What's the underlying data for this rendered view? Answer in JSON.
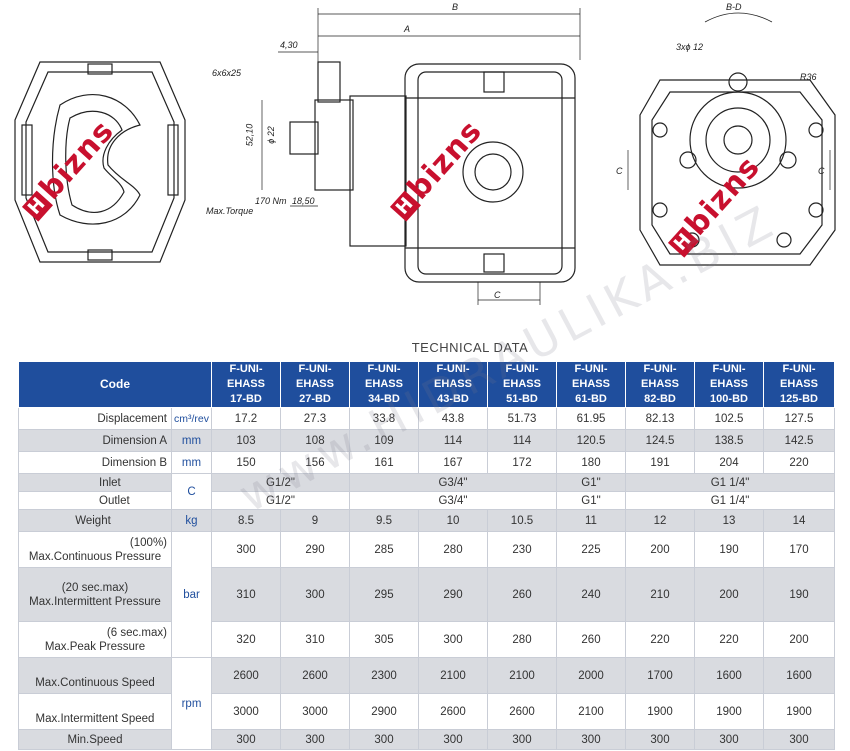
{
  "drawing": {
    "labels": {
      "B": "B",
      "A": "A",
      "dim_430": "4,30",
      "keyway": "6x6x25",
      "dim_5210": "52,10",
      "dia22": "ϕ 22",
      "torque_val": "170 Nm",
      "torque_lbl": "Max.Torque",
      "dim_1850": "18,50",
      "C": "C",
      "BD": "B-D",
      "holes": "3xϕ 12",
      "R36": "R36"
    },
    "logo_text": "bizns",
    "logo_box": "H",
    "watermark": "www.HIDRAULIKA.BIZ",
    "brand_color": "#c8102e"
  },
  "table": {
    "title": "TECHNICAL DATA",
    "header": {
      "code": "Code",
      "models": [
        [
          "F-UNI-EHASS",
          "17-BD"
        ],
        [
          "F-UNI-EHASS",
          "27-BD"
        ],
        [
          "F-UNI-EHASS",
          "34-BD"
        ],
        [
          "F-UNI-EHASS",
          "43-BD"
        ],
        [
          "F-UNI-EHASS",
          "51-BD"
        ],
        [
          "F-UNI-EHASS",
          "61-BD"
        ],
        [
          "F-UNI-EHASS",
          "82-BD"
        ],
        [
          "F-UNI-EHASS",
          "100-BD"
        ],
        [
          "F-UNI-EHASS",
          "125-BD"
        ]
      ]
    },
    "displacement": {
      "label": "Displacement",
      "unit": "cm³/rev",
      "values": [
        "17.2",
        "27.3",
        "33.8",
        "43.8",
        "51.73",
        "61.95",
        "82.13",
        "102.5",
        "127.5"
      ]
    },
    "dimA": {
      "label": "Dimension A",
      "unit": "mm",
      "values": [
        "103",
        "108",
        "109",
        "114",
        "114",
        "120.5",
        "124.5",
        "138.5",
        "142.5"
      ]
    },
    "dimB": {
      "label": "Dimension B",
      "unit": "mm",
      "values": [
        "150",
        "156",
        "161",
        "167",
        "172",
        "180",
        "191",
        "204",
        "220"
      ]
    },
    "inlet": {
      "label": "Inlet",
      "unit": "C",
      "groups": [
        "G1/2\"",
        "G3/4\"",
        "G1\"",
        "G1 1/4\""
      ]
    },
    "outlet": {
      "label": "Outlet",
      "groups": [
        "G1/2\"",
        "G3/4\"",
        "G1\"",
        "G1 1/4\""
      ]
    },
    "weight": {
      "label": "Weight",
      "unit": "kg",
      "values": [
        "8.5",
        "9",
        "9.5",
        "10",
        "10.5",
        "11",
        "12",
        "13",
        "14"
      ]
    },
    "pressure_unit": "bar",
    "cont_pressure": {
      "note": "(100%)",
      "label": "Max.Continuous  Pressure",
      "values": [
        "300",
        "290",
        "285",
        "280",
        "230",
        "225",
        "200",
        "190",
        "170"
      ]
    },
    "int_pressure": {
      "note": "(20 sec.max)",
      "label": "Max.Intermittent Pressure",
      "values": [
        "310",
        "300",
        "295",
        "290",
        "260",
        "240",
        "210",
        "200",
        "190"
      ]
    },
    "peak_pressure": {
      "note": "(6 sec.max)",
      "label": "Max.Peak Pressure",
      "values": [
        "320",
        "310",
        "305",
        "300",
        "280",
        "260",
        "220",
        "220",
        "200"
      ]
    },
    "speed_unit": "rpm",
    "cont_speed": {
      "label": "Max.Continuous Speed",
      "values": [
        "2600",
        "2600",
        "2300",
        "2100",
        "2100",
        "2000",
        "1700",
        "1600",
        "1600"
      ]
    },
    "int_speed": {
      "label": "Max.Intermittent Speed",
      "values": [
        "3000",
        "3000",
        "2900",
        "2600",
        "2600",
        "2100",
        "1900",
        "1900",
        "1900"
      ]
    },
    "min_speed": {
      "label": "Min.Speed",
      "values": [
        "300",
        "300",
        "300",
        "300",
        "300",
        "300",
        "300",
        "300",
        "300"
      ]
    }
  }
}
